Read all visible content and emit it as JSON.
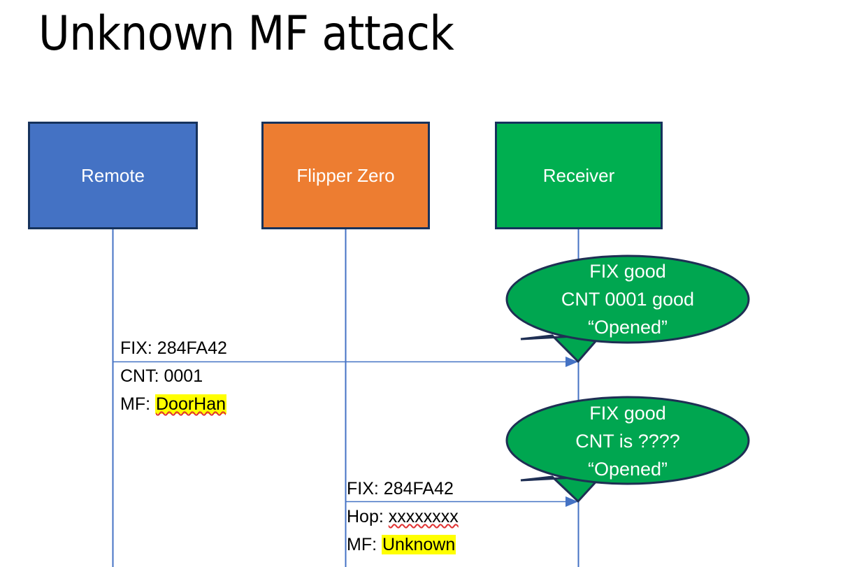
{
  "slide": {
    "title": "Unknown MF attack",
    "background_color": "#FFFFFF"
  },
  "colors": {
    "remote_fill": "#4472C4",
    "flipper_fill": "#ED7D31",
    "receiver_fill": "#00AF50",
    "box_border": "#16325C",
    "lifeline": "#4472C4",
    "arrow": "#4472C4",
    "bubble_fill": "#00A650",
    "bubble_border": "#1F2F54",
    "highlight": "#FFFF00",
    "spellcheck_underline": "#E03131",
    "text_dark": "#000000",
    "text_light": "#FFFFFF"
  },
  "actors": [
    {
      "id": "remote",
      "label": "Remote"
    },
    {
      "id": "flipper",
      "label": "Flipper Zero"
    },
    {
      "id": "receiver",
      "label": "Receiver"
    }
  ],
  "messages": [
    {
      "id": "message-1",
      "from": "remote",
      "to": "receiver",
      "lines": [
        {
          "label": "FIX: ",
          "value": "284FA42",
          "highlight": false,
          "spellcheck": false
        },
        {
          "label": "CNT: ",
          "value": "0001",
          "highlight": false,
          "spellcheck": false
        },
        {
          "label": "MF: ",
          "value": "DoorHan",
          "highlight": true,
          "spellcheck": true
        }
      ]
    },
    {
      "id": "message-2",
      "from": "flipper",
      "to": "receiver",
      "lines": [
        {
          "label": "FIX: ",
          "value": "284FA42",
          "highlight": false,
          "spellcheck": false
        },
        {
          "label": "Hop: ",
          "value": "xxxxxxxx",
          "highlight": false,
          "spellcheck": true
        },
        {
          "label": "MF: ",
          "value": "Unknown",
          "highlight": true,
          "spellcheck": false
        }
      ]
    }
  ],
  "callouts": [
    {
      "id": "callout-1",
      "attached_to": "message-1",
      "lines": [
        "FIX good",
        "CNT 0001 good",
        "“Opened”"
      ]
    },
    {
      "id": "callout-2",
      "attached_to": "message-2",
      "lines": [
        "FIX good",
        "CNT is ????",
        "“Opened”"
      ]
    }
  ]
}
